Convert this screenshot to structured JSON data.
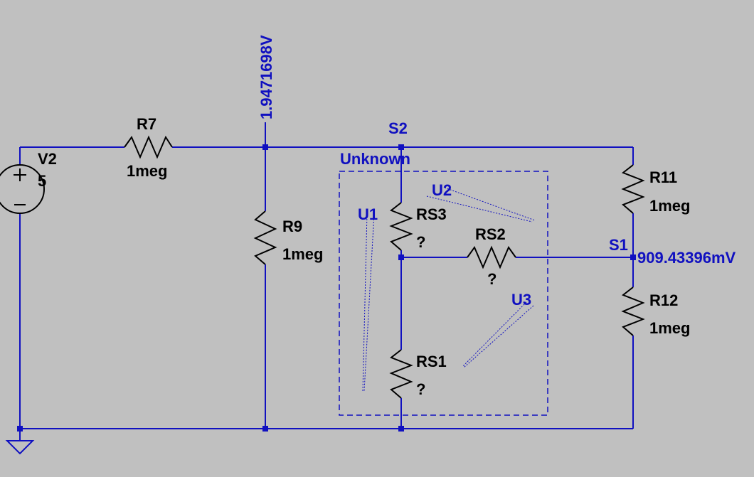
{
  "colors": {
    "background": "#c0c0c0",
    "wire": "#1010c0",
    "component": "#000000",
    "label_text": "#000000",
    "net_label": "#1010c0",
    "box": "#1010c0"
  },
  "source": {
    "name": "V2",
    "value": "5"
  },
  "resistors": {
    "r7": {
      "name": "R7",
      "value": "1meg"
    },
    "r9": {
      "name": "R9",
      "value": "1meg"
    },
    "r11": {
      "name": "R11",
      "value": "1meg"
    },
    "r12": {
      "name": "R12",
      "value": "1meg"
    },
    "rs1": {
      "name": "RS1",
      "value": "?"
    },
    "rs2": {
      "name": "RS2",
      "value": "?"
    },
    "rs3": {
      "name": "RS3",
      "value": "?"
    }
  },
  "nets": {
    "s1": "S1",
    "s2": "S2"
  },
  "voltages": {
    "node_r9": "1.9471698V",
    "node_s1": "909.43396mV"
  },
  "box": {
    "title": "Unknown"
  },
  "annotations": {
    "u1": "U1",
    "u2": "U2",
    "u3": "U3"
  },
  "icons": {
    "source": "voltage-source-icon",
    "ground": "ground-icon"
  }
}
